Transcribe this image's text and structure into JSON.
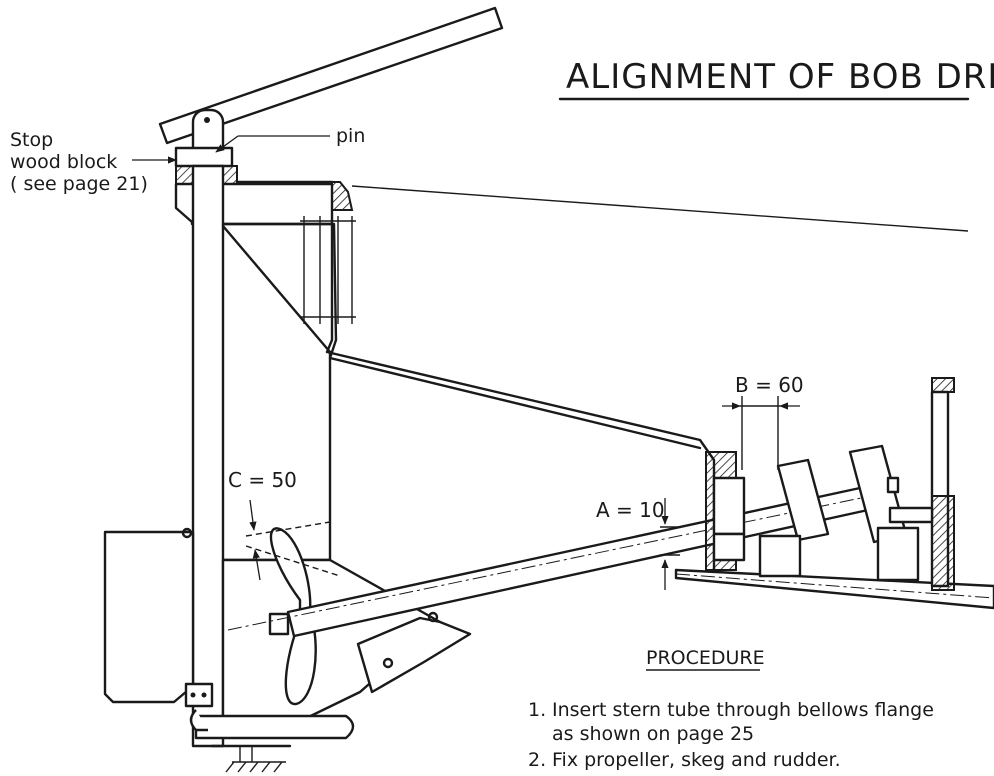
{
  "title": "ALIGNMENT OF BOB DRIVE",
  "labels": {
    "stop": "Stop",
    "wood_block": "wood block",
    "see_page": "( see page 21)",
    "pin": "pin",
    "dim_a": "A = 10",
    "dim_b": "B = 60",
    "dim_c": "C = 50"
  },
  "procedure": {
    "heading": "PROCEDURE",
    "steps": [
      {
        "num": "1.",
        "lines": [
          "Insert stern tube through bellows flange",
          "as shown on page 25"
        ]
      },
      {
        "num": "2.",
        "lines": [
          "Fix propeller, skeg and rudder."
        ]
      }
    ]
  }
}
